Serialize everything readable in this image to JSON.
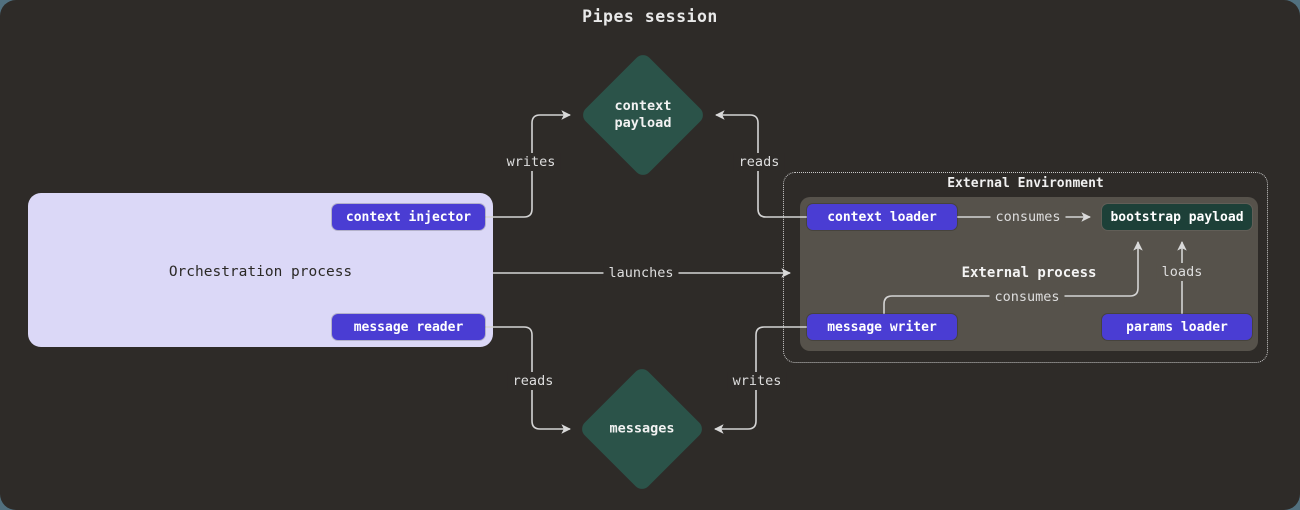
{
  "title": "Pipes session",
  "diagram": {
    "orchestration": {
      "label": "Orchestration process",
      "context_injector": "context injector",
      "message_reader": "message reader"
    },
    "external_environment": {
      "label": "External Environment",
      "external_process": {
        "label": "External process",
        "context_loader": "context loader",
        "bootstrap_payload": "bootstrap payload",
        "message_writer": "message writer",
        "params_loader": "params loader"
      }
    },
    "data_nodes": {
      "context_payload": "context payload",
      "messages": "messages"
    },
    "edges": {
      "writes_top": "writes",
      "reads_top": "reads",
      "launches": "launches",
      "reads_bottom": "reads",
      "writes_bottom": "writes",
      "consumes_top": "consumes",
      "consumes_bottom": "consumes",
      "loads": "loads"
    }
  },
  "colors": {
    "page_background": "#51707f",
    "canvas": "#2e2b28",
    "accent_purple": "#4a3dd3",
    "node_green": "#2b5349",
    "dark_green_button": "#1d4038",
    "orchestration_lavender": "#dbd8f7",
    "process_gray": "#56524b",
    "edge_line": "#d4d4d4",
    "text_light": "#eeeeee",
    "text_dark": "#2b2926"
  }
}
